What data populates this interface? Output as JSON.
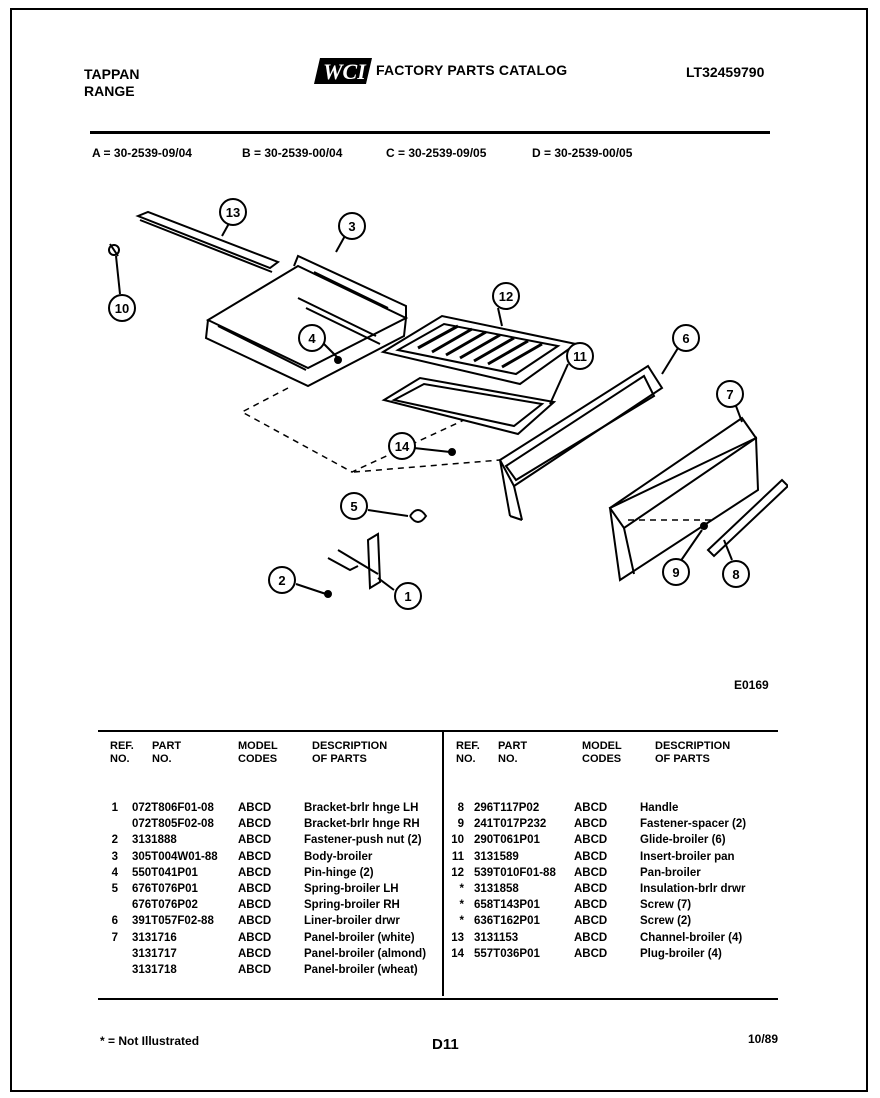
{
  "header": {
    "brand_line1": "TAPPAN",
    "brand_line2": "RANGE",
    "logo_text": "WCI",
    "catalog_title": "FACTORY PARTS CATALOG",
    "model_number": "LT32459790"
  },
  "models": [
    "A = 30-2539-09/04",
    "B = 30-2539-00/04",
    "C = 30-2539-09/05",
    "D = 30-2539-00/05"
  ],
  "diagram": {
    "callouts": [
      "13",
      "3",
      "10",
      "4",
      "12",
      "6",
      "11",
      "7",
      "14",
      "5",
      "9",
      "8",
      "2",
      "1"
    ],
    "drawing_code": "E0169"
  },
  "table": {
    "headers": {
      "ref": "REF.\nNO.",
      "part": "PART\nNO.",
      "model": "MODEL\nCODES",
      "desc": "DESCRIPTION\nOF PARTS"
    },
    "left_rows": [
      {
        "ref": "1",
        "part": "072T806F01-08",
        "codes": "ABCD",
        "desc": "Bracket-brlr hnge LH"
      },
      {
        "ref": "",
        "part": "072T805F02-08",
        "codes": "ABCD",
        "desc": "Bracket-brlr hnge RH"
      },
      {
        "ref": "2",
        "part": "3131888",
        "codes": "ABCD",
        "desc": "Fastener-push nut (2)"
      },
      {
        "ref": "3",
        "part": "305T004W01-88",
        "codes": "ABCD",
        "desc": "Body-broiler"
      },
      {
        "ref": "4",
        "part": "550T041P01",
        "codes": "ABCD",
        "desc": "Pin-hinge (2)"
      },
      {
        "ref": "5",
        "part": "676T076P01",
        "codes": "ABCD",
        "desc": "Spring-broiler LH"
      },
      {
        "ref": "",
        "part": "676T076P02",
        "codes": "ABCD",
        "desc": "Spring-broiler RH"
      },
      {
        "ref": "6",
        "part": "391T057F02-88",
        "codes": "ABCD",
        "desc": "Liner-broiler drwr"
      },
      {
        "ref": "7",
        "part": "3131716",
        "codes": "ABCD",
        "desc": "Panel-broiler (white)"
      },
      {
        "ref": "",
        "part": "3131717",
        "codes": "ABCD",
        "desc": "Panel-broiler (almond)"
      },
      {
        "ref": "",
        "part": "3131718",
        "codes": "ABCD",
        "desc": "Panel-broiler (wheat)"
      }
    ],
    "right_rows": [
      {
        "ref": "8",
        "part": "296T117P02",
        "codes": "ABCD",
        "desc": "Handle"
      },
      {
        "ref": "9",
        "part": "241T017P232",
        "codes": "ABCD",
        "desc": "Fastener-spacer (2)"
      },
      {
        "ref": "10",
        "part": "290T061P01",
        "codes": "ABCD",
        "desc": "Glide-broiler (6)"
      },
      {
        "ref": "11",
        "part": "3131589",
        "codes": "ABCD",
        "desc": "Insert-broiler pan"
      },
      {
        "ref": "12",
        "part": "539T010F01-88",
        "codes": "ABCD",
        "desc": "Pan-broiler"
      },
      {
        "ref": "*",
        "part": "3131858",
        "codes": "ABCD",
        "desc": "Insulation-brlr drwr"
      },
      {
        "ref": "*",
        "part": "658T143P01",
        "codes": "ABCD",
        "desc": "Screw (7)"
      },
      {
        "ref": "*",
        "part": "636T162P01",
        "codes": "ABCD",
        "desc": "Screw (2)"
      },
      {
        "ref": "13",
        "part": "3131153",
        "codes": "ABCD",
        "desc": "Channel-broiler (4)"
      },
      {
        "ref": "14",
        "part": "557T036P01",
        "codes": "ABCD",
        "desc": "Plug-broiler (4)"
      }
    ]
  },
  "footer": {
    "note": "* = Not Illustrated",
    "page": "D11",
    "date": "10/89"
  }
}
